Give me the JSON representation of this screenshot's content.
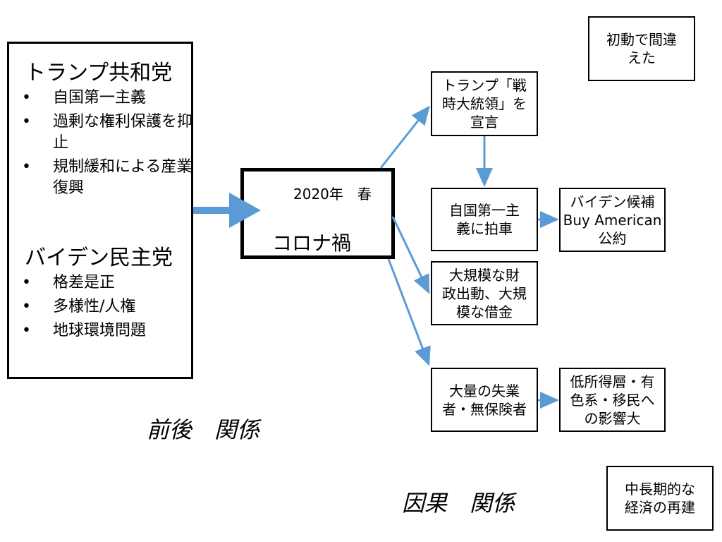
{
  "left_box": {
    "trump_title": "トランプ共和党",
    "trump_items": [
      "自国第一主義",
      "過剰な権利保護を抑止",
      "規制緩和による産業復興"
    ],
    "biden_title": "バイデン民主党",
    "biden_items": [
      "格差是正",
      "多様性/人権",
      "地球環境問題"
    ]
  },
  "center_box": {
    "date": "2020年　春",
    "title": "コロナ禍"
  },
  "boxes": {
    "wartime": [
      "トランプ「戦",
      "時大統領」を",
      "宣言"
    ],
    "america_first": [
      "自国第一主",
      "義に拍車"
    ],
    "biden_candidate": [
      "バイデン候補",
      "Buy American",
      "公約"
    ],
    "fiscal": [
      "大規模な財",
      "政出動、大規",
      "模な借金"
    ],
    "unemployed": [
      "大量の失業",
      "者・無保険者"
    ],
    "impact": [
      "低所得層・有",
      "色系・移民へ",
      "の影響大"
    ],
    "initial_error": [
      "初動で間違",
      "えた"
    ],
    "rebuild": [
      "中長期的な",
      "経済の再建"
    ]
  },
  "labels": {
    "sequence": "前後　関係",
    "causal": "因果　関係"
  },
  "colors": {
    "arrow": "#5b9bd5",
    "border": "#000000"
  }
}
